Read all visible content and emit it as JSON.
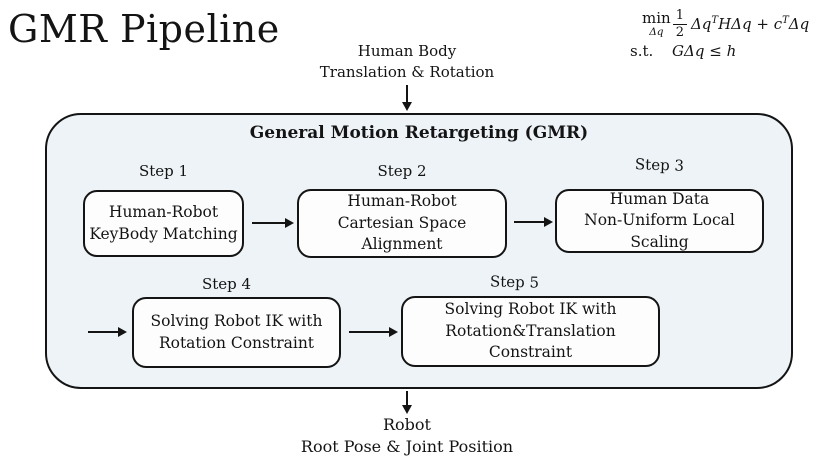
{
  "title": "GMR Pipeline",
  "objective": {
    "min": "min",
    "min_sub": "Δq",
    "frac_num": "1",
    "frac_den": "2",
    "term_a": "Δq",
    "sup_a": "T",
    "term_b": "HΔq + c",
    "sup_b": "T",
    "term_c": "Δq",
    "st": "s.t.",
    "constraint": "GΔq ≤ h"
  },
  "input_label": {
    "line1": "Human Body",
    "line2": "Translation & Rotation"
  },
  "gmr": {
    "title": "General Motion Retargeting (GMR)"
  },
  "steps": [
    {
      "label": "Step 1",
      "line1": "Human-Robot",
      "line2": "KeyBody Matching"
    },
    {
      "label": "Step 2",
      "line1": "Human-Robot",
      "line2": "Cartesian Space Alignment"
    },
    {
      "label": "Step 3",
      "line1": "Human Data",
      "line2": "Non-Uniform Local Scaling"
    },
    {
      "label": "Step 4",
      "line1": "Solving Robot IK with",
      "line2": "Rotation Constraint"
    },
    {
      "label": "Step 5",
      "line1": "Solving Robot IK with",
      "line2": "Rotation&Translation Constraint"
    }
  ],
  "output_label": {
    "line1": "Robot",
    "line2": "Root Pose & Joint Position"
  },
  "colors": {
    "page_bg": "#ffffff",
    "container_bg": "#edf3f6",
    "box_bg": "#fdfdfe",
    "line": "#141414",
    "text": "#141414"
  }
}
